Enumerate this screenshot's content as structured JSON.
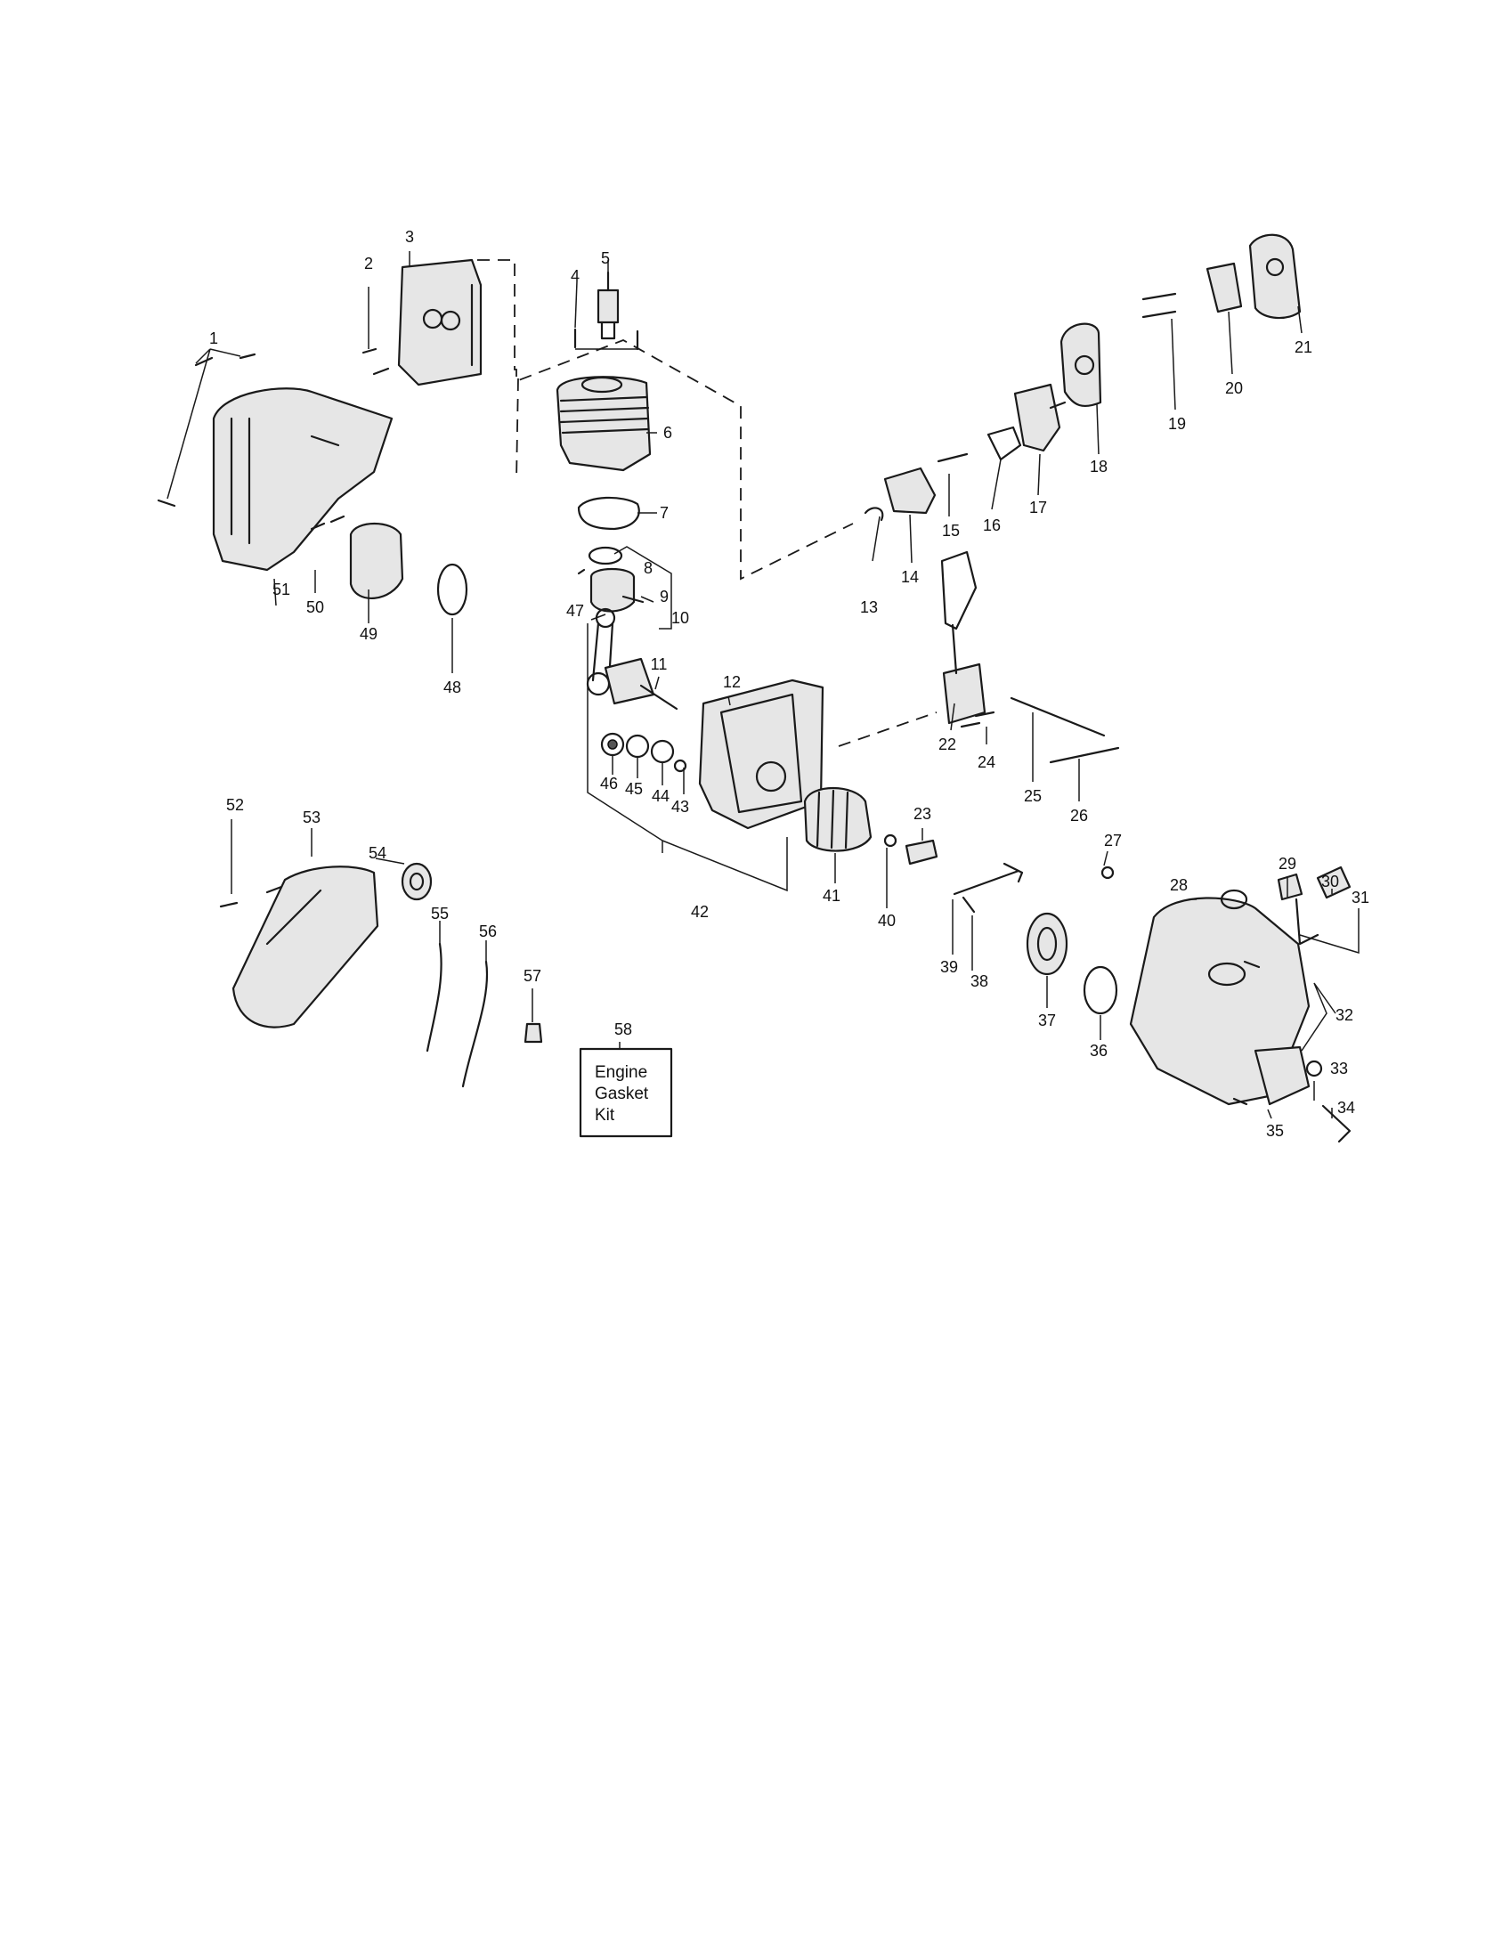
{
  "callouts": [
    "1",
    "2",
    "3",
    "4",
    "5",
    "6",
    "7",
    "8",
    "9",
    "10",
    "11",
    "12",
    "13",
    "14",
    "15",
    "16",
    "17",
    "18",
    "19",
    "20",
    "21",
    "22",
    "23",
    "24",
    "25",
    "26",
    "27",
    "28",
    "29",
    "30",
    "31",
    "32",
    "33",
    "34",
    "35",
    "36",
    "37",
    "38",
    "39",
    "40",
    "41",
    "42",
    "43",
    "44",
    "45",
    "46",
    "47",
    "48",
    "49",
    "50",
    "51",
    "52",
    "53",
    "54",
    "55",
    "56",
    "57",
    "58"
  ],
  "kit_box": {
    "number": "58",
    "lines": [
      "Engine",
      "Gasket",
      "Kit"
    ]
  }
}
